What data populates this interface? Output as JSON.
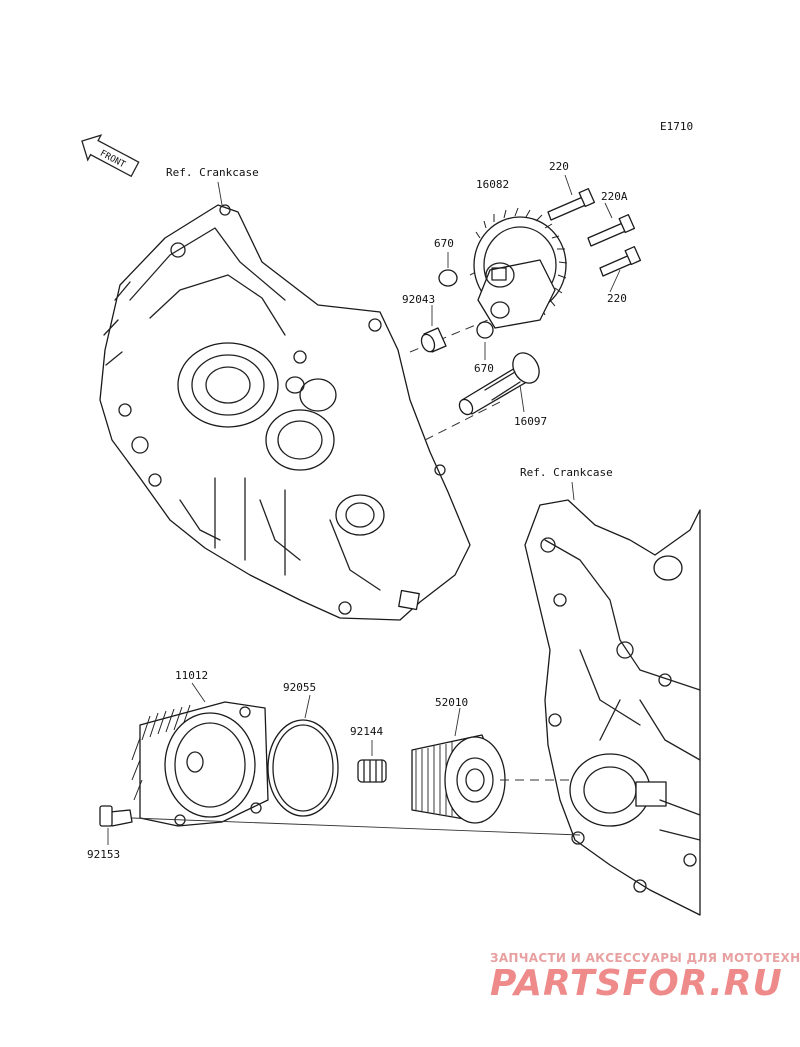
{
  "diagram": {
    "code": "E1710",
    "front_label": "FRONT",
    "refs": {
      "crankcase_left": "Ref. Crankcase",
      "crankcase_right": "Ref. Crankcase"
    },
    "parts": [
      {
        "id": "p220a",
        "number": "220"
      },
      {
        "id": "p16082",
        "number": "16082"
      },
      {
        "id": "p220A",
        "number": "220A"
      },
      {
        "id": "p670a",
        "number": "670"
      },
      {
        "id": "p92043",
        "number": "92043"
      },
      {
        "id": "p220b",
        "number": "220"
      },
      {
        "id": "p670b",
        "number": "670"
      },
      {
        "id": "p16097",
        "number": "16097"
      },
      {
        "id": "p11012",
        "number": "11012"
      },
      {
        "id": "p92055",
        "number": "92055"
      },
      {
        "id": "p92144",
        "number": "92144"
      },
      {
        "id": "p52010",
        "number": "52010"
      },
      {
        "id": "p92153",
        "number": "92153"
      }
    ]
  },
  "watermark": {
    "tagline": "ЗАПЧАСТИ И АКСЕССУАРЫ ДЛЯ МОТОТЕХНИКИ",
    "logo": "PARTSFOR.RU"
  }
}
